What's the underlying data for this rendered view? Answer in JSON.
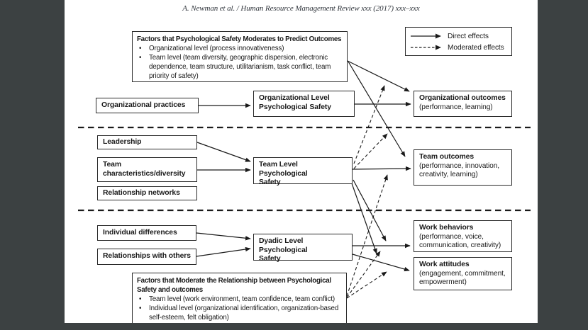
{
  "header": {
    "citation": "A. Newman et al. / Human Resource Management Review xxx (2017) xxx–xxx"
  },
  "legend": {
    "direct_label": "Direct effects",
    "moderated_label": "Moderated effects"
  },
  "colors": {
    "frame": "#3c4142",
    "line": "#1a1a1a",
    "background": "#ffffff"
  },
  "boxes": {
    "top_factors": {
      "title": "Factors that Psychological Safety Moderates to Predict Outcomes",
      "bullets": [
        "Organizational level (process innovativeness)",
        "Team level (team diversity, geographic dispersion, electronic dependence, team structure, utilitarianism,  task conflict, team priority of safety)"
      ]
    },
    "bottom_factors": {
      "title": "Factors that Moderate the Relationship between Psychological Safety and outcomes",
      "title_lines": [
        "Factors that Moderate the Relationship between Psychological",
        "Safety and outcomes"
      ],
      "bullets": [
        "Team level (work environment, team confidence, team conflict)",
        "Individual level (organizational identification, organization-based self-esteem, felt obligation)"
      ]
    },
    "org_practices": {
      "label": "Organizational practices"
    },
    "org_ps": {
      "label": "Organizational Level Psychological Safety",
      "lines": [
        "Organizational Level",
        "Psychological Safety"
      ]
    },
    "org_outcomes": {
      "title": "Organizational outcomes",
      "sub": "(performance, learning)"
    },
    "leadership": {
      "label": "Leadership"
    },
    "team_char": {
      "label": "Team characteristics/diversity",
      "lines": [
        "Team",
        "characteristics/diversity"
      ]
    },
    "rel_networks": {
      "label": "Relationship networks"
    },
    "team_ps": {
      "label": "Team Level Psychological Safety",
      "lines": [
        "Team Level Psychological",
        "Safety"
      ]
    },
    "team_outcomes": {
      "title": "Team outcomes",
      "sub_lines": [
        "(performance, innovation,",
        "creativity, learning)"
      ]
    },
    "indiv_diff": {
      "label": "Individual differences"
    },
    "rel_others": {
      "label": "Relationships with others"
    },
    "dyadic_ps": {
      "label": "Dyadic Level Psychological Safety",
      "lines": [
        "Dyadic Level Psychological",
        "Safety"
      ]
    },
    "work_behaviors": {
      "title": "Work behaviors",
      "sub_lines": [
        "(performance, voice,",
        "communication, creativity)"
      ]
    },
    "work_attitudes": {
      "title": "Work attitudes",
      "sub_lines": [
        "(engagement, commitment,",
        "empowerment)"
      ]
    }
  }
}
